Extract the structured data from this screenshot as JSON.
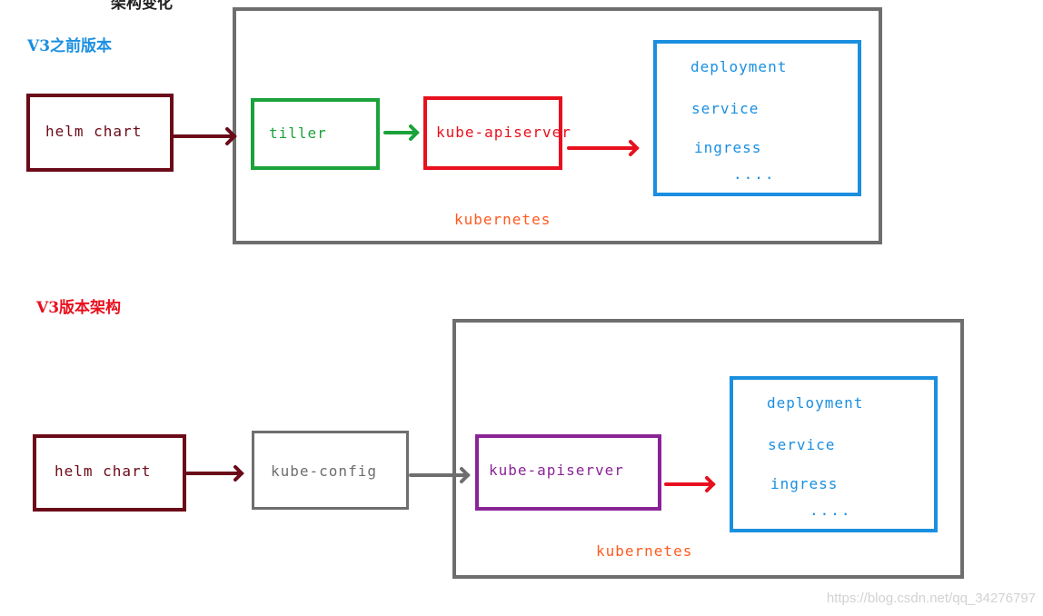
{
  "colors": {
    "helm": "#6b0a18",
    "cluster": "#6e6e6e",
    "tiller": "#1aa33a",
    "apiserver_v2": "#e8101e",
    "resources": "#1a8fe0",
    "kubernetes_label": "#ff5a1f",
    "apiserver_v3": "#8a2496",
    "kubeconfig": "#6e6e6e",
    "heading_v2": "#1a8fe0",
    "heading_v3": "#e8101e"
  },
  "top_cut_text": "架构变化",
  "v2": {
    "heading": "V3之前版本",
    "helm_chart": "helm chart",
    "tiller": "tiller",
    "apiserver": "kube-apiserver",
    "resources": [
      "deployment",
      "service",
      "ingress",
      "...."
    ],
    "cluster_label": "kubernetes"
  },
  "v3": {
    "heading": "V3版本架构",
    "helm_chart": "helm chart",
    "kube_config": "kube-config",
    "apiserver": "kube-apiserver",
    "resources": [
      "deployment",
      "service",
      "ingress",
      "...."
    ],
    "cluster_label": "kubernetes"
  },
  "watermark": "https://blog.csdn.net/qq_34276797"
}
